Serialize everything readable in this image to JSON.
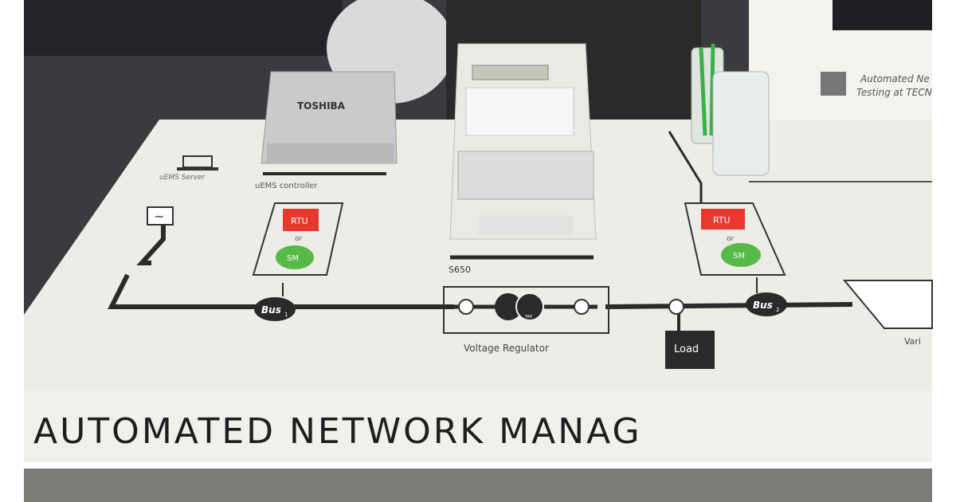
{
  "device_brand": "TOSHIBA",
  "labels": {
    "uems_server": "uEMS Server",
    "uems_controller": "uEMS controller",
    "rtu": "RTU",
    "or": "or",
    "sm": "SM",
    "bus1": "Bus",
    "bus1_sub": "1",
    "bus2": "Bus",
    "bus2_sub": "2",
    "meter": "S650",
    "tap": "TAP",
    "voltage_regulator": "Voltage Regulator",
    "load": "Load",
    "variable": "Vari"
  },
  "banner": "AUTOMATED NETWORK MANAG",
  "sign": {
    "line1": "Automated Ne",
    "line2": "Testing at TECN"
  },
  "colors": {
    "rtu_red": "#e8372c",
    "sm_green": "#57b947",
    "table": "#eeece6",
    "line": "#2a2a2a"
  }
}
